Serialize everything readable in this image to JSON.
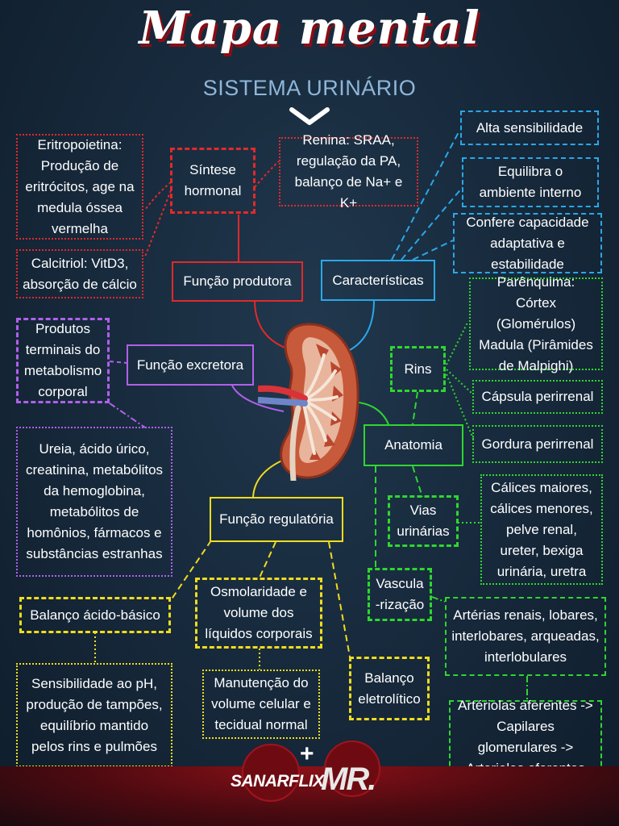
{
  "title": "Mapa mental",
  "subtitle": "SISTEMA URINÁRIO",
  "colors": {
    "red": "#e02a2a",
    "blue": "#2aa8e8",
    "purple": "#b060ea",
    "yellow": "#f0dc1e",
    "green": "#2fd62f"
  },
  "nodes": {
    "sintese": "Síntese hormonal",
    "eritropoietina": "Eritropoietina: Produção de eritrócitos, age na medula óssea vermelha",
    "renina": "Renina: SRAA, regulação da PA, balanço de Na+ e K+",
    "calcitriol": "Calcitriol: VitD3, absorção de cálcio",
    "funcao_produtora": "Função produtora",
    "caracteristicas": "Características",
    "alta_sensibilidade": "Alta sensibilidade",
    "equilibra": "Equilibra o ambiente interno",
    "confere": "Confere capacidade adaptativa e estabilidade",
    "produtos_terminais": "Produtos terminais do metabolismo corporal",
    "funcao_excretora": "Função excretora",
    "ureia": "Ureia, ácido úrico, creatinina, metabólitos da hemoglobina, metabólitos de homônios, fármacos e substâncias estranhas",
    "parenquima": "Parênquima: Córtex (Glomérulos) Madula (Pirâmides de Malpighi)",
    "rins": "Rins",
    "capsula": "Cápsula perirrenal",
    "gordura": "Gordura perirrenal",
    "anatomia": "Anatomia",
    "vias": "Vias urinárias",
    "calices": "Cálices maiores, cálices menores, pelve renal, ureter, bexiga urinária, uretra",
    "funcao_regulatoria": "Função regulatória",
    "balanco_acido": "Balanço ácido-básico",
    "osmolaridade": "Osmolaridade e volume dos líquidos corporais",
    "sensibilidade_ph": "Sensibilidade ao pH, produção de tampões, equilíbrio mantido pelos rins e pulmões",
    "manutencao": "Manutenção do volume celular e tecidual normal",
    "balanco_eletrolitico": "Balanço eletrolítico",
    "vascularizacao": "Vascula -rização",
    "arterias": "Artérias renais, lobares, interlobares, arqueadas, interlobulares",
    "arteriolas": "Artériolas aferentes -> Capilares glomerulares -> Arteriolas eferentes"
  },
  "footer": {
    "logo1": "SANARFLIX",
    "logo2": "MR."
  }
}
